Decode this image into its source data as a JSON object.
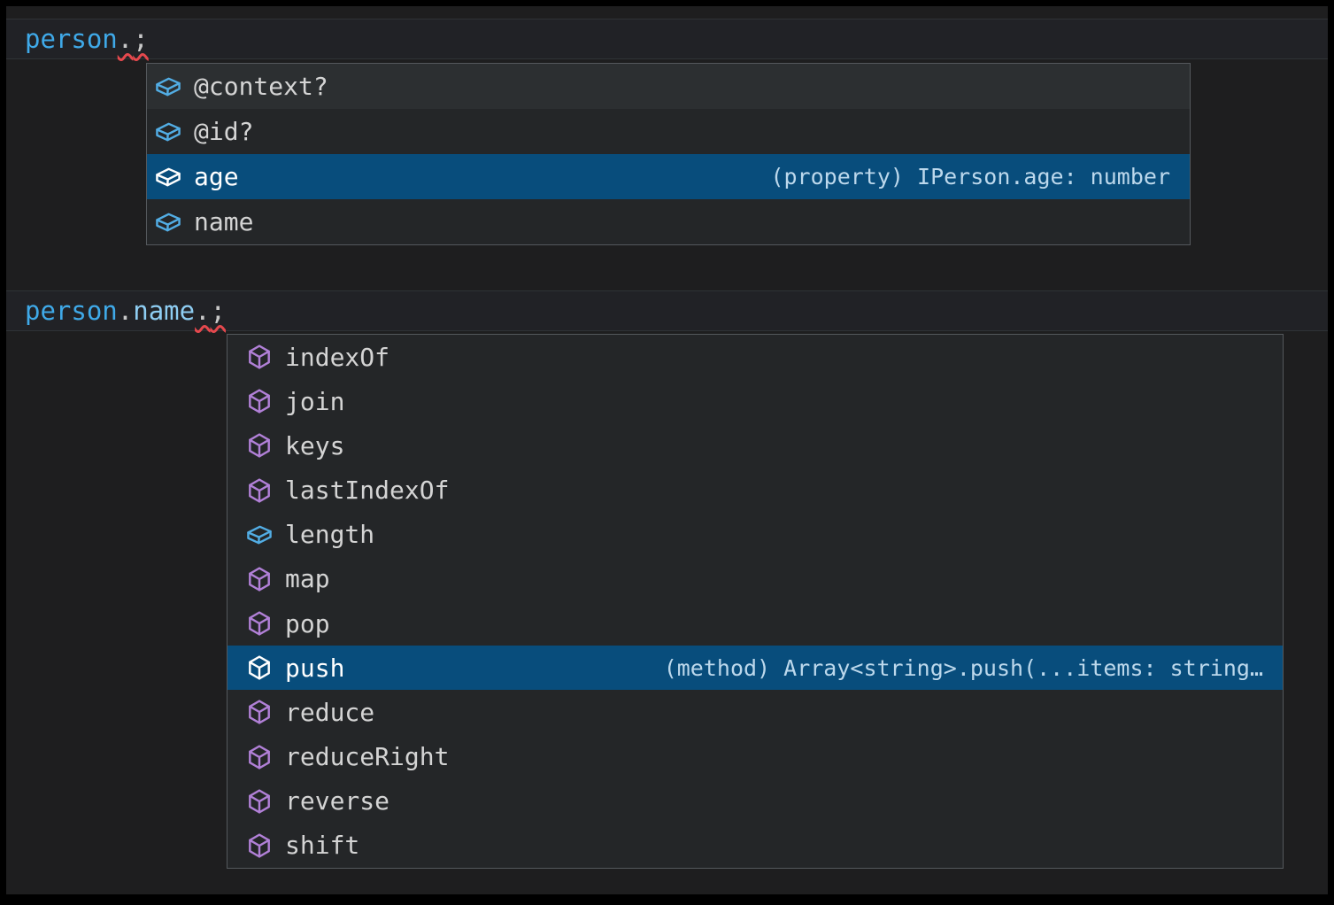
{
  "colors": {
    "editor_background": "#1e1e1f",
    "frame_border": "#000000",
    "widget_background": "#242628",
    "widget_border": "#54585c",
    "widget_first_row_background": "#2c2f31",
    "selection_background": "#084d7c",
    "field_icon_blue": "#52ade4",
    "method_icon_purple": "#b180d7",
    "variable_blue": "#3fa9e8",
    "property_blue": "#8ecdf2",
    "punctuation_gray": "#c8c8c8",
    "error_squiggle_red": "#e5484d",
    "label_gray": "#d4d4d4",
    "selected_detail_text": "#bcd8ec"
  },
  "code_line_1": {
    "variable": "person",
    "dot": ".",
    "semicolon": ";"
  },
  "code_line_2": {
    "variable": "person",
    "dot1": ".",
    "property": "name",
    "dot2": ".",
    "semicolon": ";"
  },
  "suggest1": {
    "items": [
      {
        "label": "@context?",
        "kind": "field",
        "detail": ""
      },
      {
        "label": "@id?",
        "kind": "field",
        "detail": ""
      },
      {
        "label": "age",
        "kind": "field",
        "detail": "(property) IPerson.age: number",
        "selected": true
      },
      {
        "label": "name",
        "kind": "field",
        "detail": ""
      }
    ]
  },
  "suggest2": {
    "items": [
      {
        "label": "indexOf",
        "kind": "method",
        "detail": ""
      },
      {
        "label": "join",
        "kind": "method",
        "detail": ""
      },
      {
        "label": "keys",
        "kind": "method",
        "detail": ""
      },
      {
        "label": "lastIndexOf",
        "kind": "method",
        "detail": ""
      },
      {
        "label": "length",
        "kind": "field",
        "detail": ""
      },
      {
        "label": "map",
        "kind": "method",
        "detail": ""
      },
      {
        "label": "pop",
        "kind": "method",
        "detail": ""
      },
      {
        "label": "push",
        "kind": "method",
        "detail": "(method) Array<string>.push(...items: string…",
        "selected": true
      },
      {
        "label": "reduce",
        "kind": "method",
        "detail": ""
      },
      {
        "label": "reduceRight",
        "kind": "method",
        "detail": ""
      },
      {
        "label": "reverse",
        "kind": "method",
        "detail": ""
      },
      {
        "label": "shift",
        "kind": "method",
        "detail": ""
      }
    ]
  }
}
